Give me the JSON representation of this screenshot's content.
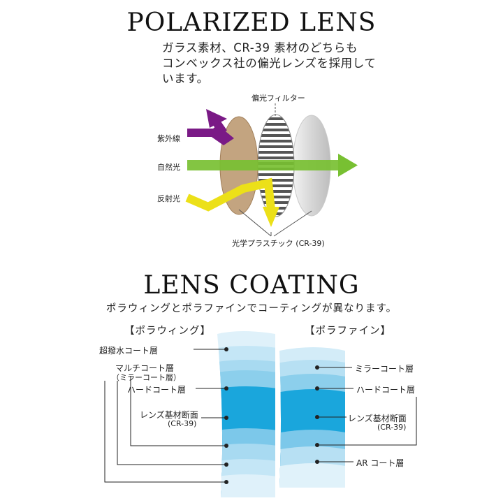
{
  "polarized": {
    "title": "POLARIZED LENS",
    "description_lines": [
      "ガラス素材、CR-39 素材のどちらも",
      "コンベックス社の偏光レンズを採用して",
      "います。"
    ],
    "filter_label": "偏光フィルター",
    "ray_labels": [
      "紫外線",
      "自然光",
      "反射光"
    ],
    "plastic_label": "光学プラスチック (CR-39)",
    "colors": {
      "uv": "#7a1a86",
      "natural": "#78c032",
      "reflected": "#ece018",
      "lens_tan": "#b9946a"
    }
  },
  "coating": {
    "title": "LENS COATING",
    "subtitle": "ポラウィングとポラファインでコーティングが異なります。",
    "left_header": "【ポラウィング】",
    "right_header": "【ポラファイン】",
    "left_labels": {
      "hydrophobic": "超撥水コート層",
      "multi": "マルチコート層",
      "multi_sub": "（ミラーコート層）",
      "hard": "ハードコート層",
      "substrate": "レンズ基材断面",
      "substrate_sub": "(CR-39)"
    },
    "right_labels": {
      "mirror": "ミラーコート層",
      "hard": "ハードコート層",
      "substrate": "レンズ基材断面",
      "substrate_sub": "(CR-39)",
      "ar": "AR コート層"
    },
    "colors": {
      "core": "#1aa6dc",
      "mid": "#7cc8ea",
      "light": "#c4e6f6"
    }
  }
}
